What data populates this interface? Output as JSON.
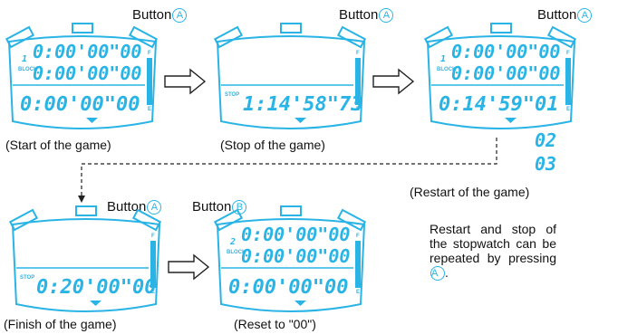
{
  "button_a": "Button",
  "button_b": "Button",
  "circle_a": "A",
  "circle_b": "B",
  "captions": {
    "start": "(Start of the game)",
    "stop": "(Stop of the game)",
    "restart": "(Restart of the game)",
    "finish": "(Finish of the game)",
    "reset": "(Reset to \"00\")"
  },
  "note": {
    "text": "Restart and stop of the stopwatch can be repeated by pressing",
    "circle": "A",
    "end": "."
  },
  "displays": {
    "start": {
      "block_label": "BLOCK",
      "block_num": "1",
      "row1": "0:00'00\"00",
      "row2": "0:00'00\"00",
      "main": "0:00'00\"00"
    },
    "stop": {
      "stop_label": "STOP",
      "main": "1:14'58\"73"
    },
    "restart": {
      "block_label": "BLOCK",
      "block_num": "1",
      "row1": "0:00'00\"00",
      "row2": "0:00'00\"00",
      "main": "0:14'59\"01",
      "extra1": "02",
      "extra2": "03"
    },
    "finish": {
      "stop_label": "STOP",
      "main": "0:20'00\"00"
    },
    "reset": {
      "block_label": "BLOCK",
      "block_num": "2",
      "row1": "0:00'00\"00",
      "row2": "0:00'00\"00",
      "main": "0:00'00\"00"
    }
  },
  "gauge": {
    "top": "F",
    "bottom": "E"
  },
  "colors": {
    "lcd": "#2ab4e6",
    "line": "#222222"
  }
}
